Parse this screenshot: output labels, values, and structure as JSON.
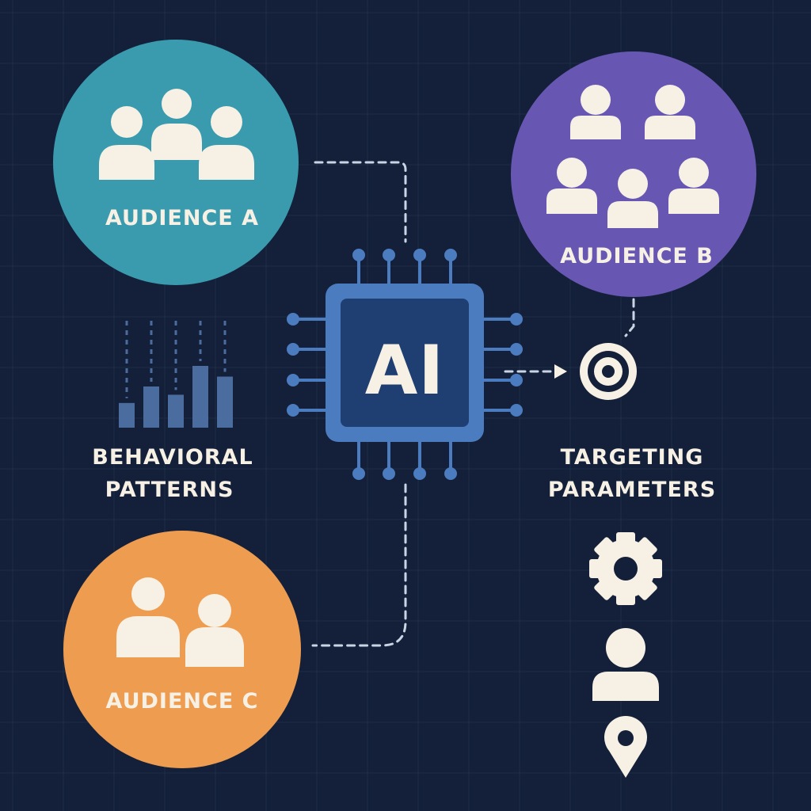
{
  "colors": {
    "background": "#142039",
    "grid": "#1E2C47",
    "audience_a": "#3A9BAF",
    "audience_b": "#6757B3",
    "audience_c": "#EE9C50",
    "chip_outer": "#4B7CBF",
    "chip_inner": "#1F3F72",
    "chip_pins": "#4B7CBF",
    "connector": "#C9D4E4",
    "cream": "#F6F1E4",
    "bars": "#4A6C9E"
  },
  "audiences": {
    "a": {
      "label": "AUDIENCE A",
      "icon": "group-of-three-people-icon"
    },
    "b": {
      "label": "AUDIENCE B",
      "icon": "group-of-five-people-icon"
    },
    "c": {
      "label": "AUDIENCE C",
      "icon": "group-of-two-people-icon"
    }
  },
  "chip": {
    "label": "AI",
    "icon": "processor-chip-icon"
  },
  "behavioral": {
    "line1": "BEHAVIORAL",
    "line2": "PATTERNS",
    "icon": "bar-chart-icon",
    "bar_levels": [
      0.3,
      0.5,
      0.4,
      0.75,
      0.62
    ]
  },
  "targeting": {
    "line1": "TARGETING",
    "line2": "PARAMETERS",
    "icon": "target-icon"
  },
  "parameter_icons": [
    "gear-icon",
    "user-icon",
    "location-pin-icon"
  ]
}
